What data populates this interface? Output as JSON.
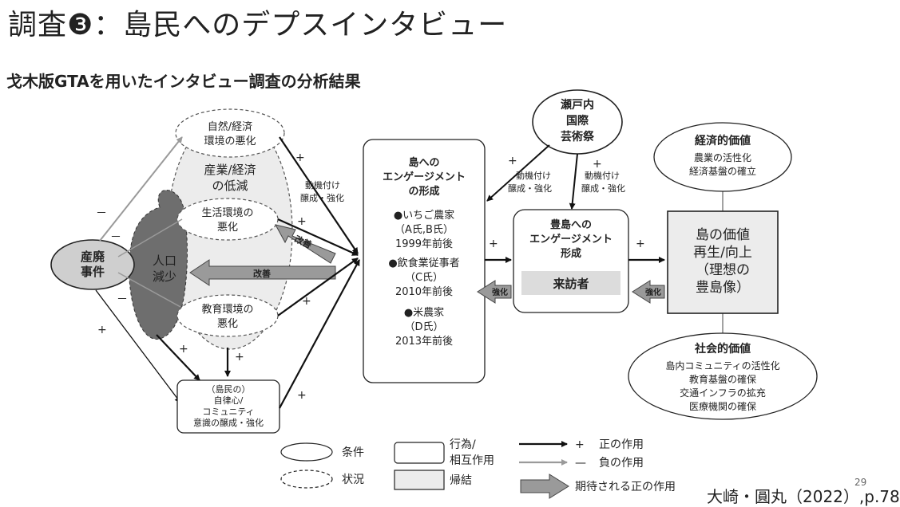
{
  "title": "調査❸：島民へのデプスインタビュー",
  "subtitle": "戈木版GTAを用いたインタビュー調査の分析結果",
  "page_number": "29",
  "citation": "大崎・圓丸（2022）,p.78",
  "colors": {
    "dark": "#111111",
    "gray_arrow": "#9a9a9a",
    "fill_light": "#ececec",
    "fill_dark": "#6e6e6e",
    "fill_node": "#cfcfcf"
  },
  "nodes": {
    "sanpai": [
      "産廃",
      "事件"
    ],
    "jinko": [
      "人口",
      "減少"
    ],
    "shizen": [
      "自然/経済",
      "環境の悪化"
    ],
    "sangyo": [
      "産業/経済",
      "の低減"
    ],
    "seikatsu": [
      "生活環境の",
      "悪化"
    ],
    "kyoiku": [
      "教育環境の",
      "悪化"
    ],
    "jiritsu": [
      "（島民の）",
      "自律心/",
      "コミュニティ",
      "意識の醸成・強化"
    ],
    "island_title": [
      "島への",
      "エンゲージメント",
      "の形成"
    ],
    "island_body": [
      "●いちご農家",
      "（A氏,B氏）",
      "1999年前後",
      "●飲食業従事者",
      "（C氏）",
      "2010年前後",
      "●米農家",
      "（D氏）",
      "2013年前後"
    ],
    "setouchi": [
      "瀬戸内",
      "国際",
      "芸術祭"
    ],
    "teshima_title": [
      "豊島への",
      "エンゲージメント",
      "形成"
    ],
    "visitor": "来訪者",
    "value": [
      "島の価値",
      "再生/向上",
      "（理想の",
      "豊島像）"
    ],
    "economic_title": "経済的価値",
    "economic_body": [
      "農業の活性化",
      "経済基盤の確立"
    ],
    "social_title": "社会的価値",
    "social_body": [
      "島内コミュニティの活性化",
      "教育基盤の確保",
      "交通インフラの拡充",
      "医療機関の確保"
    ]
  },
  "labels": {
    "plus": "+",
    "minus": "－",
    "minus_ascii": "−",
    "kaizen": "改善",
    "kyoka": "強化",
    "motivation_left": [
      "動機付け",
      "醸成・強化"
    ],
    "motivation_mid": [
      "動機付け",
      "醸成・強化"
    ],
    "motivation_right": [
      "動機付け",
      "醸成・強化"
    ]
  },
  "legend": {
    "condition": "条件",
    "situation": "状況",
    "action": [
      "行為/",
      "相互作用"
    ],
    "result": "帰結",
    "positive_sign": "+",
    "positive": "正の作用",
    "negative_sign": "—",
    "negative": "負の作用",
    "expected": "期待される正の作用"
  }
}
